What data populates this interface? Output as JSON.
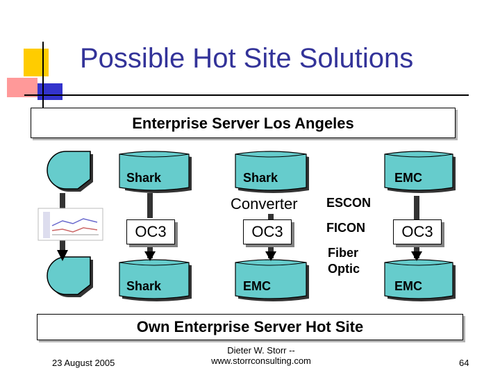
{
  "slide": {
    "title": "Possible Hot Site Solutions",
    "top_box": "Enterprise Server Los Angeles",
    "bottom_box": "Own Enterprise Server Hot Site"
  },
  "diagram": {
    "top_cylinders": [
      "Shark",
      "Shark",
      "EMC"
    ],
    "bottom_cylinders": [
      "Shark",
      "EMC",
      "EMC"
    ],
    "oc_boxes": [
      "OC3",
      "OC3",
      "OC3"
    ],
    "converter": "Converter",
    "escon": "ESCON",
    "ficon": "FICON",
    "fiber_optic_line1": "Fiber",
    "fiber_optic_line2": "Optic"
  },
  "footer": {
    "date": "23 August 2005",
    "author_line1": "Dieter W. Storr --",
    "author_line2": "www.storrconsulting.com",
    "page_number": "64"
  },
  "colors": {
    "title": "#333399",
    "cylinder_fill": "#66cccc",
    "accent_yellow": "#ffcc00",
    "accent_red": "#ff6666",
    "accent_blue": "#3333cc"
  }
}
